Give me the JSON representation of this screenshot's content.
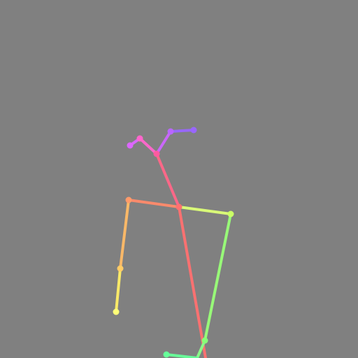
{
  "background_color": "#808080",
  "skeleton": {
    "joint_names": [
      "nose",
      "neck",
      "right_shoulder",
      "right_elbow",
      "right_wrist",
      "left_shoulder",
      "left_elbow",
      "right_hip",
      "left_eye",
      "left_ear",
      "right_eye",
      "right_ear"
    ],
    "joint_colors": {
      "nose": "#ff5aa0",
      "neck": "#ff7070",
      "right_shoulder": "#ff9a6a",
      "right_elbow": "#ffcc66",
      "right_wrist": "#ffff77",
      "left_shoulder": "#ccff66",
      "left_elbow": "#88ff77",
      "right_hip": "#66ff99",
      "left_eye": "#bb66ff",
      "left_ear": "#9966ff",
      "right_eye": "#ff66cc",
      "right_ear": "#dd66ff"
    },
    "bone_colors": {
      "neck-nose": "#ff6688",
      "neck-right_shoulder": "#ff8a6a",
      "right_shoulder-right_elbow": "#ffbb66",
      "right_elbow-right_wrist": "#ffee66",
      "neck-left_shoulder": "#ddff77",
      "left_shoulder-left_elbow": "#99ff77",
      "neck-hip_down": "#ff7070",
      "nose-left_eye": "#cc66ff",
      "left_eye-left_ear": "#9966ff",
      "nose-right_eye": "#ff66cc",
      "right_eye-right_ear": "#dd66ff",
      "left_elbow-down": "#88ff88",
      "hip_foot": "#66ff99"
    }
  }
}
